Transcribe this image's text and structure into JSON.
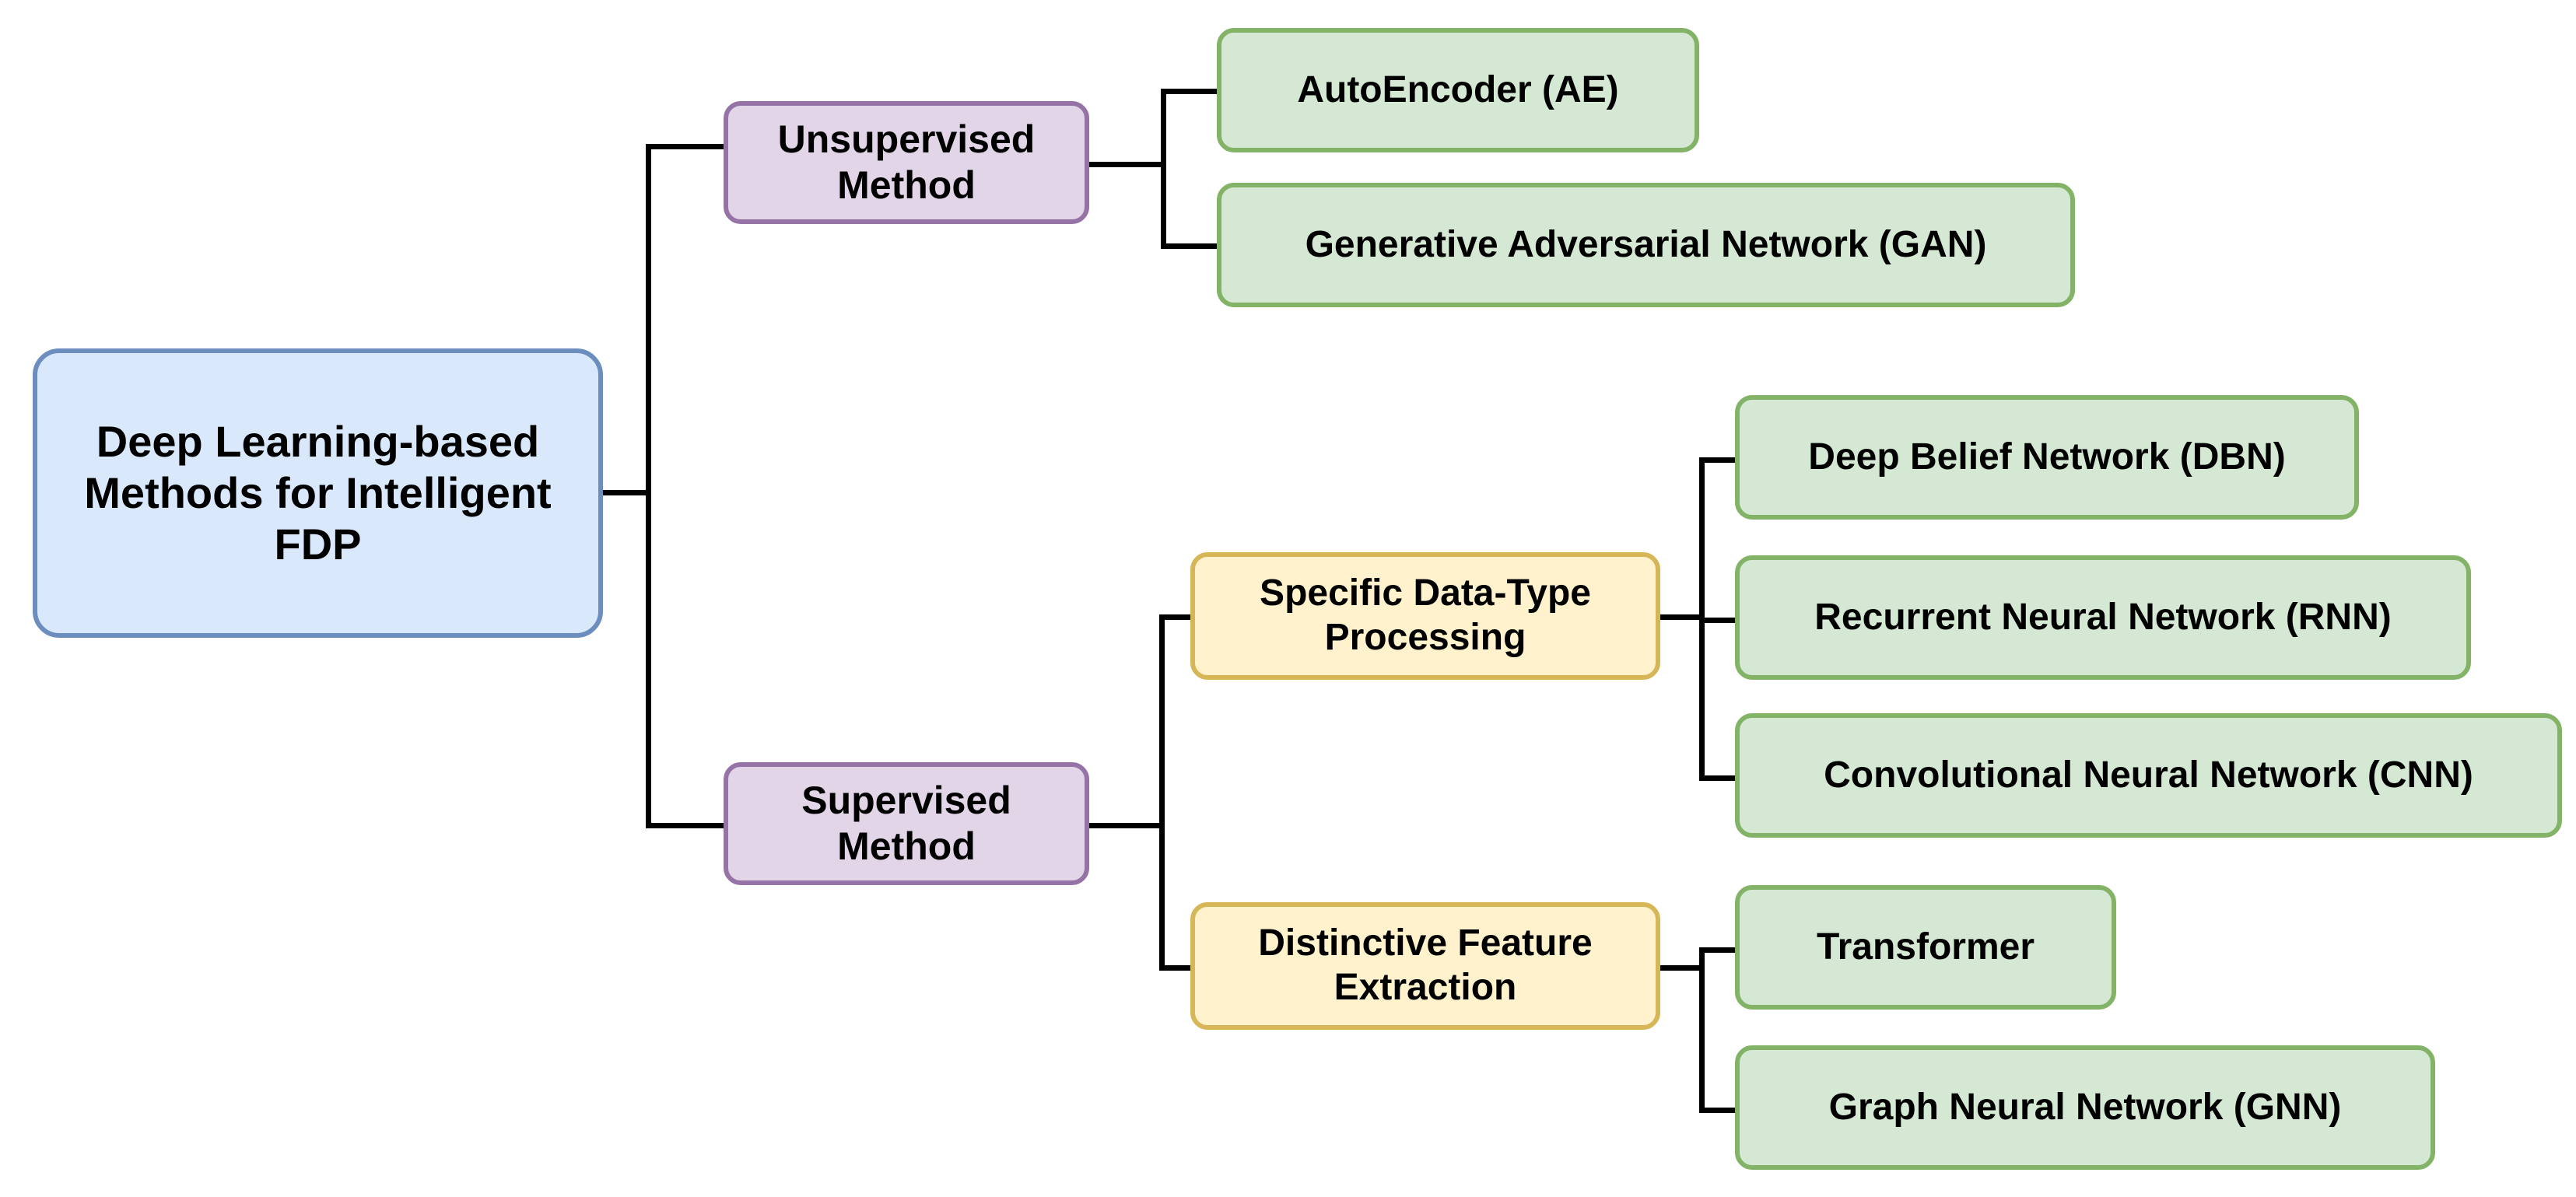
{
  "diagram": {
    "type": "tree",
    "orientation": "left-to-right",
    "title_node": "Deep Learning-based Methods for Intelligent FDP",
    "palette": {
      "root_fill": "#dae8fc",
      "root_border": "#6c8ebf",
      "branch_fill": "#e1d5e7",
      "branch_border": "#9673a6",
      "group_fill": "#fff2cc",
      "group_border": "#d6b656",
      "leaf_fill": "#d5e8d4",
      "leaf_border": "#82b366",
      "edge_color": "#000000",
      "background": "#ffffff",
      "text_color": "#000000"
    },
    "nodes": {
      "root": {
        "label": "Deep Learning-based Methods for Intelligent FDP"
      },
      "unsupervised": {
        "label": "Unsupervised Method"
      },
      "supervised": {
        "label": "Supervised Method"
      },
      "specific_data_type": {
        "label": "Specific Data-Type Processing"
      },
      "distinctive_feature": {
        "label": "Distinctive Feature Extraction"
      },
      "autoencoder": {
        "label": "AutoEncoder (AE)"
      },
      "gan": {
        "label": "Generative Adversarial Network (GAN)"
      },
      "dbn": {
        "label": "Deep Belief Network (DBN)"
      },
      "rnn": {
        "label": "Recurrent Neural Network (RNN)"
      },
      "cnn": {
        "label": "Convolutional Neural Network (CNN)"
      },
      "transformer": {
        "label": "Transformer"
      },
      "gnn": {
        "label": "Graph Neural Network (GNN)"
      }
    },
    "edges": [
      {
        "from": "root",
        "to": "unsupervised"
      },
      {
        "from": "root",
        "to": "supervised"
      },
      {
        "from": "unsupervised",
        "to": "autoencoder"
      },
      {
        "from": "unsupervised",
        "to": "gan"
      },
      {
        "from": "supervised",
        "to": "specific_data_type"
      },
      {
        "from": "supervised",
        "to": "distinctive_feature"
      },
      {
        "from": "specific_data_type",
        "to": "dbn"
      },
      {
        "from": "specific_data_type",
        "to": "rnn"
      },
      {
        "from": "specific_data_type",
        "to": "cnn"
      },
      {
        "from": "distinctive_feature",
        "to": "transformer"
      },
      {
        "from": "distinctive_feature",
        "to": "gnn"
      }
    ]
  }
}
